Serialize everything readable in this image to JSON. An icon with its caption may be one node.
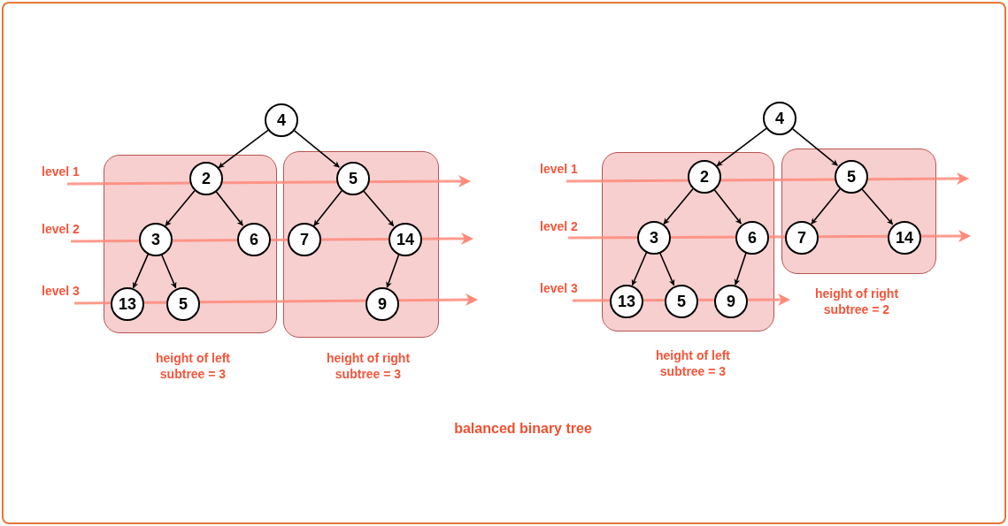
{
  "diagram": {
    "caption": "balanced binary tree",
    "nodes": [
      {
        "text": [
          "4"
        ]
      },
      {
        "text": [],
        "shape": "box",
        "beside": [
          "height of left subtree = 3"
        ]
      },
      {
        "text": [
          "2"
        ],
        "in": 1
      },
      {
        "text": [
          "3"
        ],
        "in": 1
      },
      {
        "text": [
          "6"
        ],
        "in": 1
      },
      {
        "text": [
          "13"
        ],
        "in": 1
      },
      {
        "text": [
          "5"
        ],
        "in": 1
      },
      {
        "text": [],
        "shape": "box",
        "beside": [
          "height of right subtree = 3"
        ]
      },
      {
        "text": [
          "5"
        ],
        "in": 7
      },
      {
        "text": [
          "7"
        ],
        "in": 7
      },
      {
        "text": [
          "14"
        ],
        "in": 7
      },
      {
        "text": [
          "9"
        ],
        "in": 7
      },
      {
        "text": [
          "4"
        ]
      },
      {
        "text": [],
        "shape": "box",
        "beside": [
          "height of left subtree = 3"
        ]
      },
      {
        "text": [
          "2"
        ],
        "in": 13
      },
      {
        "text": [
          "3"
        ],
        "in": 13
      },
      {
        "text": [
          "6"
        ],
        "in": 13
      },
      {
        "text": [
          "13"
        ],
        "in": 13
      },
      {
        "text": [
          "5"
        ],
        "in": 13
      },
      {
        "text": [
          "9"
        ],
        "in": 13
      },
      {
        "text": [],
        "shape": "box",
        "beside": [
          "height of right subtree = 2"
        ]
      },
      {
        "text": [
          "5"
        ],
        "in": 20
      },
      {
        "text": [
          "7"
        ],
        "in": 20
      },
      {
        "text": [
          "14"
        ],
        "in": 20
      }
    ],
    "edges": [
      {
        "from": 0,
        "to": 2,
        "arrow": "to"
      },
      {
        "from": 0,
        "to": 8,
        "arrow": "to"
      },
      {
        "from": 2,
        "to": 3,
        "arrow": "to"
      },
      {
        "from": 2,
        "to": 4,
        "arrow": "to"
      },
      {
        "from": 3,
        "to": 5,
        "arrow": "to"
      },
      {
        "from": 3,
        "to": 6,
        "arrow": "to"
      },
      {
        "from": 8,
        "to": 9,
        "arrow": "to"
      },
      {
        "from": 8,
        "to": 10,
        "arrow": "to"
      },
      {
        "from": 10,
        "to": 11,
        "arrow": "to"
      },
      {
        "from": 12,
        "to": 14,
        "arrow": "to"
      },
      {
        "from": 12,
        "to": 21,
        "arrow": "to"
      },
      {
        "from": 14,
        "to": 15,
        "arrow": "to"
      },
      {
        "from": 14,
        "to": 16,
        "arrow": "to"
      },
      {
        "from": 15,
        "to": 17,
        "arrow": "to"
      },
      {
        "from": 15,
        "to": 18,
        "arrow": "to"
      },
      {
        "from": 16,
        "to": 19,
        "arrow": "to"
      },
      {
        "from": 21,
        "to": 22,
        "arrow": "to"
      },
      {
        "from": 21,
        "to": 23,
        "arrow": "to"
      }
    ],
    "labels": [
      "level 1",
      "level 2",
      "level 3",
      "level 1",
      "level 2",
      "level 3"
    ]
  }
}
